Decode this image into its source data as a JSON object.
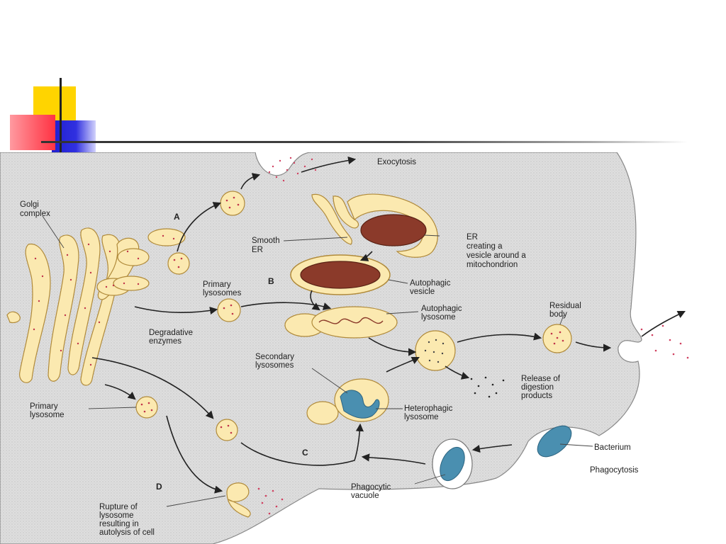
{
  "labels": {
    "exocytosis": "Exocytosis",
    "golgi_1": "Golgi",
    "golgi_2": "complex",
    "letter_a": "A",
    "letter_b": "B",
    "letter_c": "C",
    "letter_d": "D",
    "smooth_er_1": "Smooth",
    "smooth_er_2": "ER",
    "er_vesicle_1": "ER",
    "er_vesicle_2": "creating a",
    "er_vesicle_3": "vesicle around a",
    "er_vesicle_4": "mitochondrion",
    "primary_lysosomes_1": "Primary",
    "primary_lysosomes_2": "lysosomes",
    "autophagic_vesicle_1": "Autophagic",
    "autophagic_vesicle_2": "vesicle",
    "autophagic_lysosome_1": "Autophagic",
    "autophagic_lysosome_2": "lysosome",
    "residual_body_1": "Residual",
    "residual_body_2": "body",
    "degradative_1": "Degradative",
    "degradative_2": "enzymes",
    "secondary_1": "Secondary",
    "secondary_2": "lysosomes",
    "release_1": "Release of",
    "release_2": "digestion",
    "release_3": "products",
    "primary_lysosome_1": "Primary",
    "primary_lysosome_2": "lysosome",
    "heterophagic_1": "Heterophagic",
    "heterophagic_2": "lysosome",
    "bacterium": "Bacterium",
    "phagocytosis": "Phagocytosis",
    "phagocytic_vacuole_1": "Phagocytic",
    "phagocytic_vacuole_2": "vacuole",
    "rupture_1": "Rupture of",
    "rupture_2": "lysosome",
    "rupture_3": "resulting in",
    "rupture_4": "autolysis of cell"
  },
  "colors": {
    "slide_yellow": "#ffd400",
    "slide_blue": "#2020d0",
    "slide_red": "#ff5a66",
    "cytoplasm": "#dcdcdc",
    "organelle_fill": "#fbe9b0",
    "organelle_stroke": "#b08a3a",
    "enzyme_dot": "#c0344a",
    "mitochondrion": "#8b3a2a",
    "bacterium": "#4a8fb0"
  }
}
